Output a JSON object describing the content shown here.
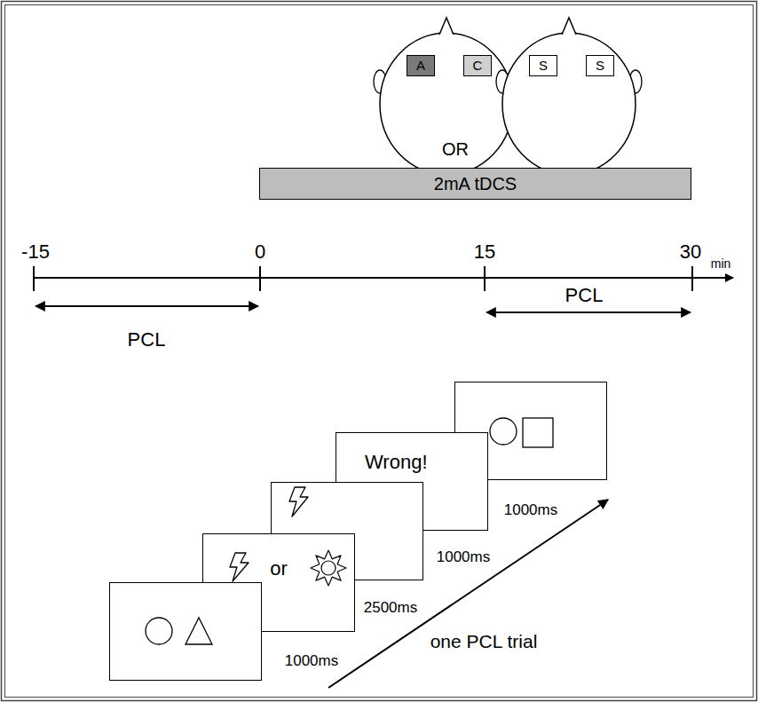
{
  "diagram": {
    "nodes": [
      {
        "text": [
          "A"
        ]
      },
      {
        "text": [
          "C"
        ]
      },
      {
        "text": [
          "S"
        ]
      },
      {
        "text": [
          "S"
        ]
      },
      {
        "text": [
          "2mA tDCS"
        ]
      },
      {
        "text": [
          "or"
        ]
      },
      {
        "text": [
          "Wrong!"
        ]
      }
    ],
    "labels": [
      "OR",
      "-15",
      "0",
      "15",
      "30",
      "min",
      "PCL",
      "PCL",
      "1000ms",
      "2500ms",
      "1000ms",
      "1000ms",
      "one PCL trial"
    ]
  }
}
